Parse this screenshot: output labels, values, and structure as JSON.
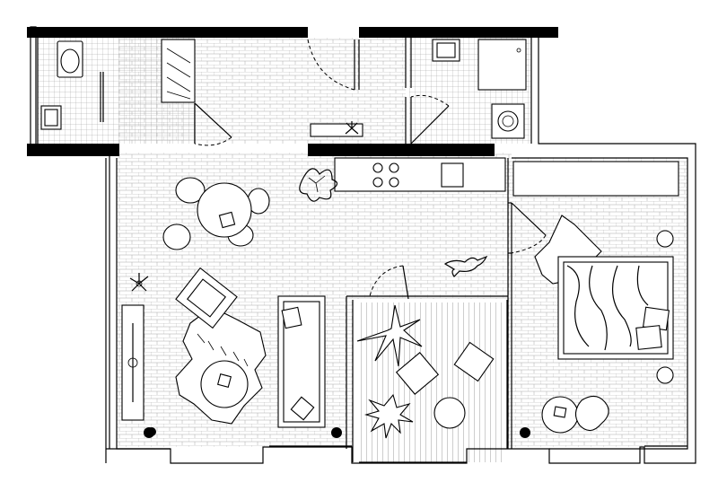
{
  "plan": {
    "colors": {
      "wall": "#000000",
      "line": "#000000",
      "background": "#ffffff",
      "floor_hatch": "#9a9a9a",
      "deck_hatch": "#5a5a5a"
    },
    "rooms": [
      "bathroom",
      "hallway",
      "utility-bathroom",
      "living-dining-kitchen",
      "balcony",
      "bedroom"
    ],
    "furniture": [
      "toilet",
      "sink",
      "shower",
      "washing-machine",
      "kitchen-counter",
      "cooktop",
      "dining-table",
      "dining-chairs",
      "armchair",
      "rug",
      "coffee-table",
      "sofa",
      "tv-console",
      "bed",
      "wardrobe",
      "nightstand",
      "side-table",
      "potted-plants",
      "cat",
      "balcony-chairs",
      "balcony-table"
    ]
  }
}
